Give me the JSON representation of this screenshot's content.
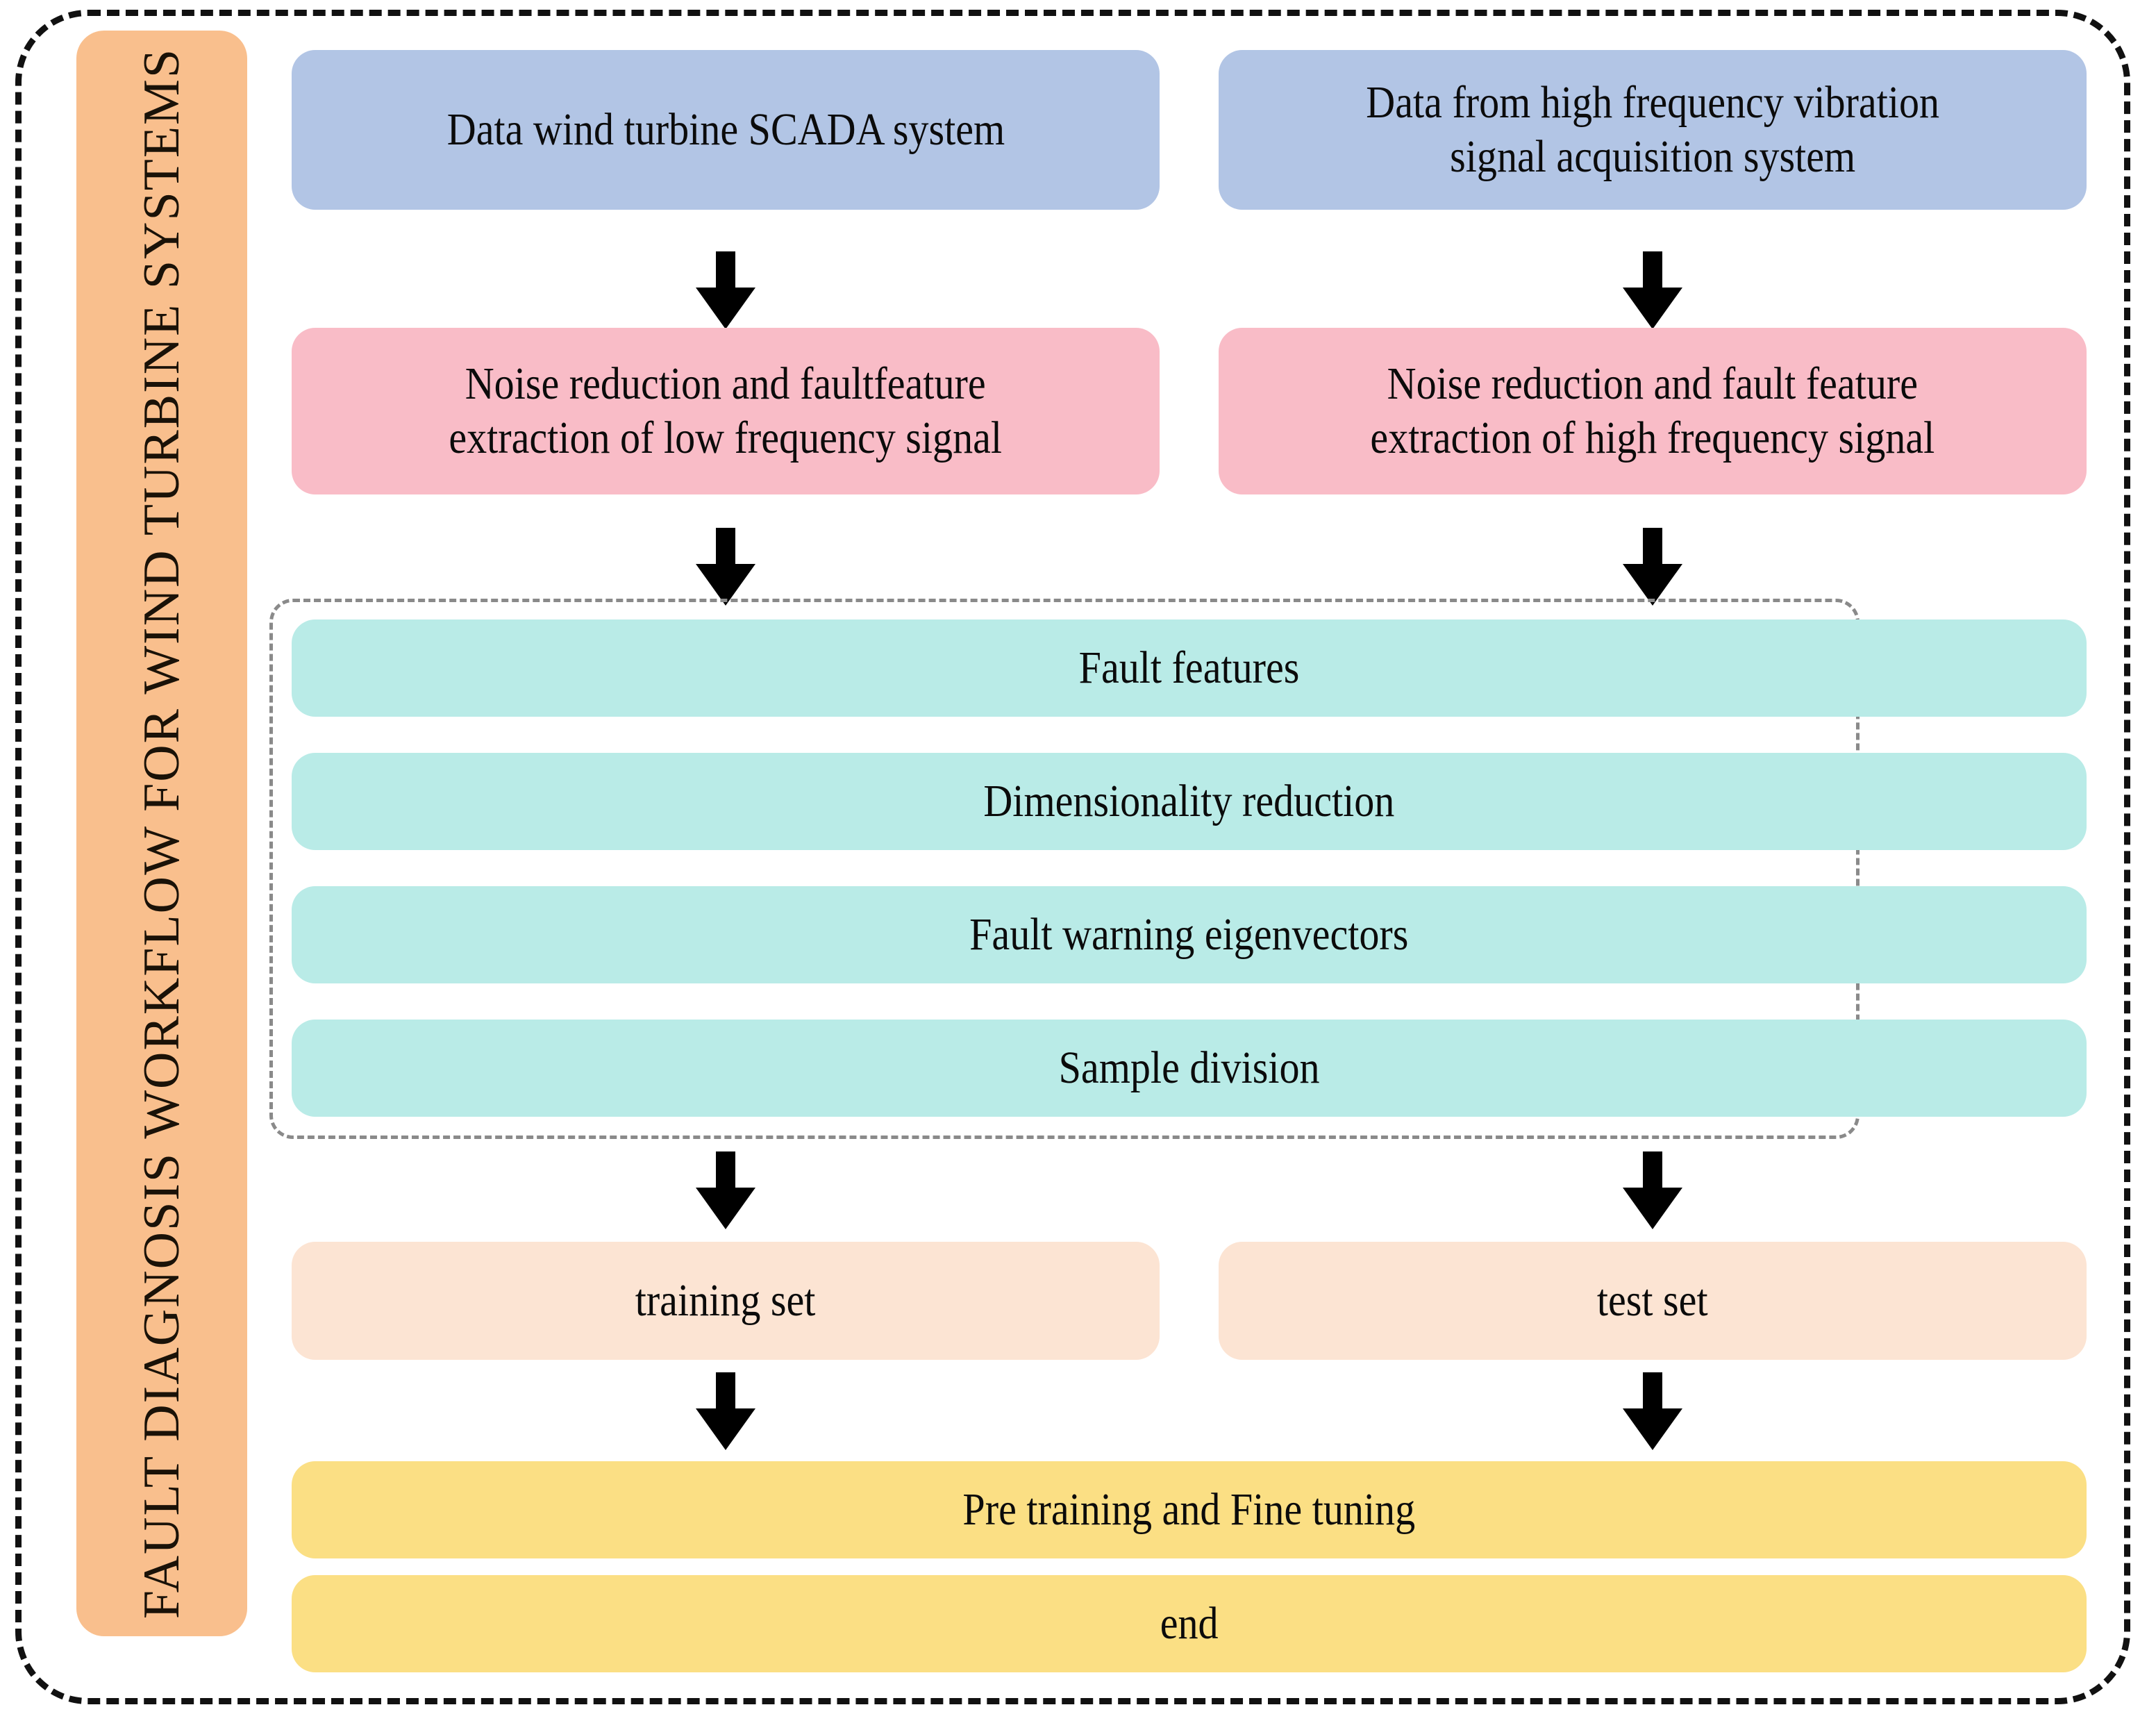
{
  "diagram": {
    "title_bar": {
      "text": "FAULT DIAGNOSIS WORKFLOW FOR WIND TURBINE SYSTEMS",
      "color": "#f9bf8d"
    },
    "outer_border": {
      "style": "dashed",
      "color": "#111111"
    },
    "feature_group_border": {
      "style": "dashed",
      "color": "#8a8a8a"
    },
    "colors": {
      "blue": "#b2c5e5",
      "pink": "#f9bcc7",
      "teal": "#b9ebe7",
      "peach": "#fce4d3",
      "yellow": "#fbdf84",
      "orange": "#f9bf8d",
      "arrow": "#000000"
    },
    "nodes": {
      "source_left": "Data wind turbine SCADA system",
      "source_right": "Data from high frequency vibration\nsignal acquisition system",
      "denoise_left": "Noise reduction and faultfeature\nextraction of low frequency signal",
      "denoise_right": "Noise reduction and fault feature\nextraction of high frequency signal",
      "feature_1": "Fault features",
      "feature_2": "Dimensionality reduction",
      "feature_3": "Fault warning eigenvectors",
      "feature_4": "Sample division",
      "training_set": "training set",
      "test_set": "test set",
      "pre_training": "Pre training and Fine tuning",
      "end": "end"
    }
  }
}
